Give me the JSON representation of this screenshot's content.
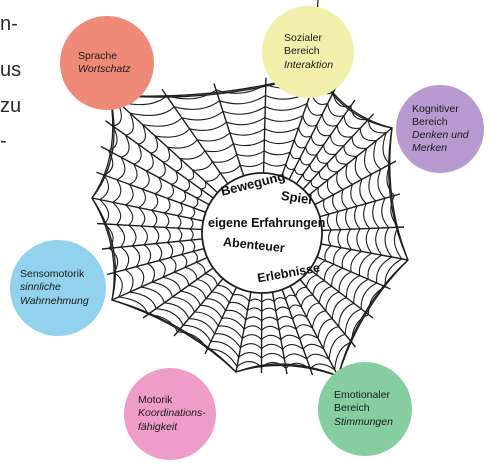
{
  "left_text_fragments": [
    "n-",
    "us",
    "zu",
    "-"
  ],
  "center": {
    "line1": "Bewegung",
    "line2": "Spiel",
    "line3": "eigene Erfahrungen",
    "line4": "Abenteuer",
    "line5": "Erlebnisse"
  },
  "bubbles": {
    "sprache": {
      "title": "Sprache",
      "sub1": "Wortschatz",
      "sub2": "",
      "color": "#f08a78"
    },
    "sozial": {
      "title1": "Sozialer",
      "title2": "Bereich",
      "sub1": "Interaktion",
      "color": "#f2efac"
    },
    "kognitiv": {
      "title1": "Kognitiver",
      "title2": "Bereich",
      "sub1": "Denken und",
      "sub2": "Merken",
      "color": "#b79ad0"
    },
    "sensomotorik": {
      "title": "Sensomotorik",
      "sub1": "sinnliche",
      "sub2": "Wahrnehmung",
      "color": "#92d2ec"
    },
    "motorik": {
      "title": "Motorik",
      "sub1": "Koordinations-",
      "sub2": "fähigkeit",
      "color": "#ee9cc8"
    },
    "emotional": {
      "title1": "Emotionaler",
      "title2": "Bereich",
      "sub1": "Stimmungen",
      "color": "#86cda0"
    }
  }
}
